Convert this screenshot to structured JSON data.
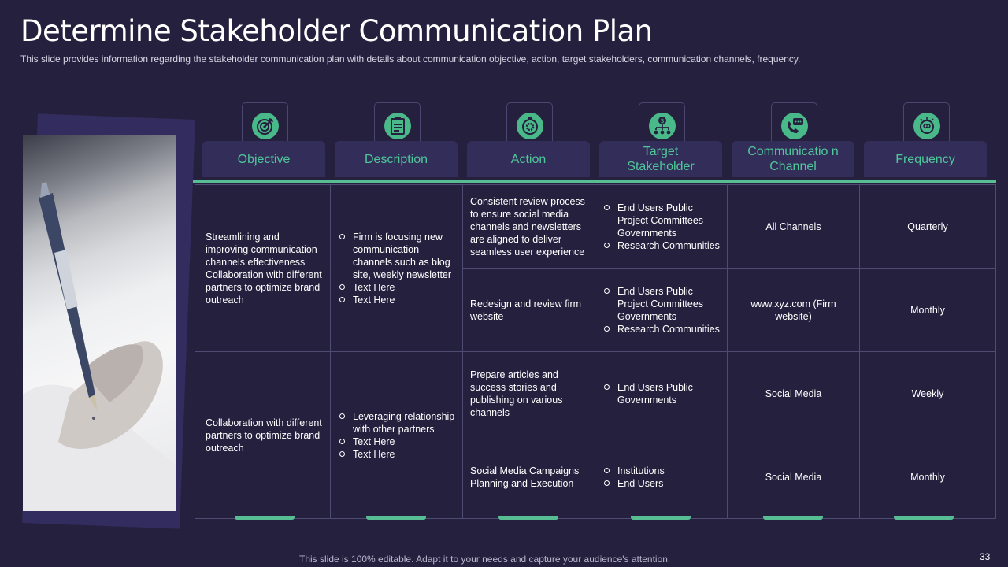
{
  "title": "Determine Stakeholder Communication Plan",
  "subtitle": "This slide provides information regarding the stakeholder communication plan with details about communication objective, action, target stakeholders, communication channels, frequency.",
  "columns": [
    {
      "label": "Objective",
      "icon": "target-icon"
    },
    {
      "label": "Description",
      "icon": "clipboard-icon"
    },
    {
      "label": "Action",
      "icon": "stopwatch-gear-icon"
    },
    {
      "label": "Target Stakeholder",
      "icon": "dollar-hierarchy-icon"
    },
    {
      "label": "Communicatio n Channel",
      "icon": "phone-chat-icon"
    },
    {
      "label": "Frequency",
      "icon": "brain-idea-icon"
    }
  ],
  "groups": [
    {
      "objective": "Streamlining and improving communication channels effectiveness Collaboration with different partners to optimize brand outreach",
      "description": [
        "Firm is focusing new communication channels such as blog site, weekly newsletter",
        "Text Here",
        "Text Here"
      ],
      "rows": [
        {
          "action": "Consistent review process to ensure social media channels and newsletters are aligned to deliver seamless user experience",
          "stakeholders": [
            "End Users Public Project Committees Governments",
            "Research Communities"
          ],
          "channel": "All Channels",
          "frequency": "Quarterly"
        },
        {
          "action": "Redesign and review firm website",
          "stakeholders": [
            "End Users Public Project Committees Governments",
            "Research Communities"
          ],
          "channel": "www.xyz.com (Firm website)",
          "frequency": "Monthly"
        }
      ]
    },
    {
      "objective": "Collaboration with different partners to optimize brand outreach",
      "description": [
        "Leveraging relationship with other partners",
        "Text Here",
        "Text Here"
      ],
      "rows": [
        {
          "action": "Prepare articles and success stories and publishing on various channels",
          "stakeholders": [
            "End Users Public Governments"
          ],
          "channel": "Social Media",
          "frequency": "Weekly"
        },
        {
          "action": "Social Media Campaigns Planning and Execution",
          "stakeholders": [
            "Institutions",
            "End Users"
          ],
          "channel": "Social Media",
          "frequency": "Monthly"
        }
      ]
    }
  ],
  "footer": "This slide is 100% editable. Adapt it to your needs and capture your audience's attention.",
  "page_number": "33",
  "colors": {
    "background": "#26203f",
    "accent": "#4fc79a",
    "card": "#332d59",
    "border": "#4e4c72"
  }
}
